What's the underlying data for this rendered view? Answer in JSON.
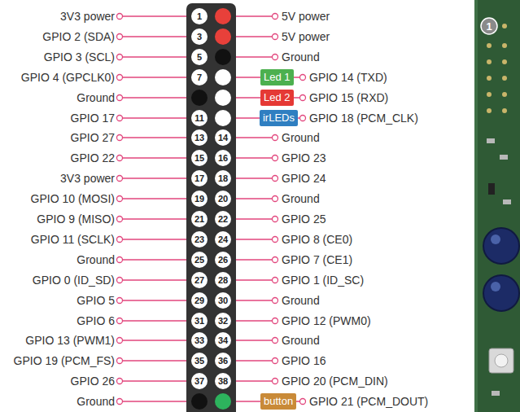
{
  "diagram": {
    "nodes": [
      {
        "text": [
          "1"
        ]
      },
      {
        "text": [
          "1"
        ]
      },
      {
        "text": [
          "3"
        ]
      },
      {
        "text": [
          "5"
        ]
      },
      {
        "text": [
          "7"
        ]
      },
      {
        "text": [
          "Led 1"
        ]
      },
      {
        "text": [
          "Led 2"
        ]
      },
      {
        "text": [
          "11"
        ]
      },
      {
        "text": [
          "irLEDs"
        ]
      },
      {
        "text": [
          "13"
        ]
      },
      {
        "text": [
          "14"
        ]
      },
      {
        "text": [
          "15"
        ]
      },
      {
        "text": [
          "16"
        ]
      },
      {
        "text": [
          "17"
        ]
      },
      {
        "text": [
          "18"
        ]
      },
      {
        "text": [
          "19"
        ]
      },
      {
        "text": [
          "20"
        ]
      },
      {
        "text": [
          "21"
        ]
      },
      {
        "text": [
          "22"
        ]
      },
      {
        "text": [
          "23"
        ]
      },
      {
        "text": [
          "24"
        ]
      },
      {
        "text": [
          "25"
        ]
      },
      {
        "text": [
          "26"
        ]
      },
      {
        "text": [
          "27"
        ]
      },
      {
        "text": [
          "28"
        ]
      },
      {
        "text": [
          "29"
        ]
      },
      {
        "text": [
          "30"
        ]
      },
      {
        "text": [
          "31"
        ]
      },
      {
        "text": [
          "32"
        ]
      },
      {
        "text": [
          "33"
        ]
      },
      {
        "text": [
          "34"
        ]
      },
      {
        "text": [
          "35"
        ]
      },
      {
        "text": [
          "36"
        ]
      },
      {
        "text": [
          "37"
        ]
      },
      {
        "text": [
          "38"
        ]
      },
      {
        "text": [
          "button"
        ]
      }
    ],
    "labels": [
      "3V3 power",
      "5V power",
      "GPIO 2 (SDA)",
      "5V power",
      "GPIO 3 (SCL)",
      "Ground",
      "GPIO 4 (GPCLK0)",
      "GPIO 14 (TXD)",
      "Ground",
      "GPIO 15 (RXD)",
      "GPIO 17",
      "GPIO 18 (PCM_CLK)",
      "GPIO 27",
      "Ground",
      "GPIO 22",
      "GPIO 23",
      "3V3 power",
      "GPIO 24",
      "GPIO 10 (MOSI)",
      "Ground",
      "GPIO 9 (MISO)",
      "GPIO 25",
      "GPIO 11 (SCLK)",
      "GPIO 8 (CE0)",
      "Ground",
      "GPIO 7 (CE1)",
      "GPIO 0 (ID_SD)",
      "GPIO 1 (ID_SC)",
      "GPIO 5",
      "Ground",
      "GPIO 6",
      "GPIO 12 (PWM0)",
      "GPIO 13 (PWM1)",
      "Ground",
      "GPIO 19 (PCM_FS)",
      "GPIO 16",
      "GPIO 26",
      "GPIO 20 (PCM_DIN)",
      "Ground",
      "GPIO 21 (PCM_DOUT)"
    ]
  }
}
